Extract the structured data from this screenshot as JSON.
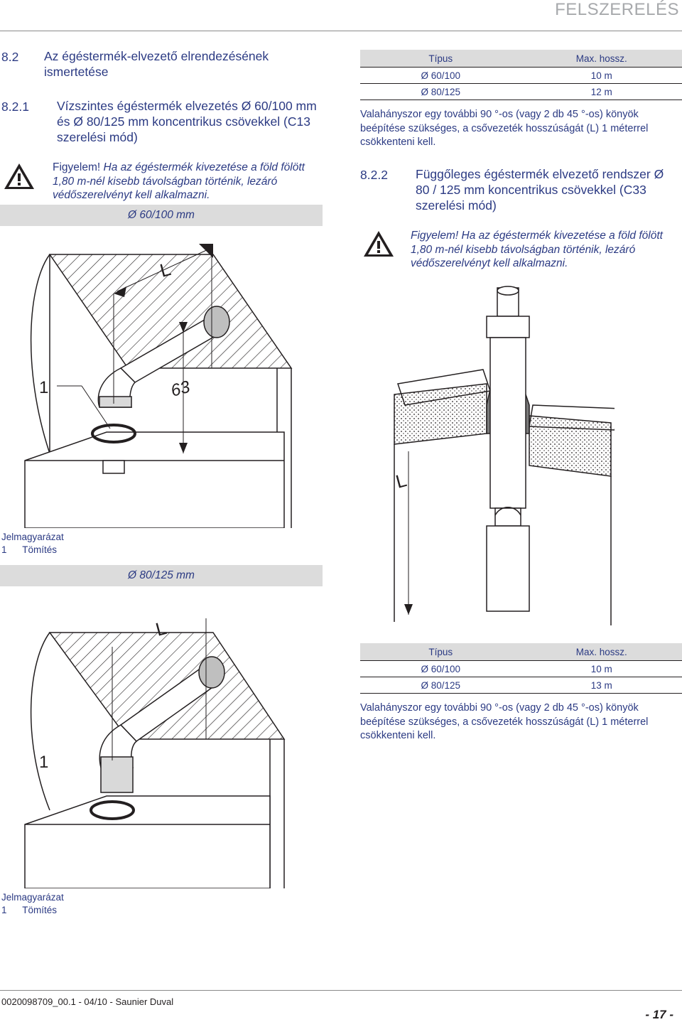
{
  "header": {
    "section_word": "FELSZERELÉS"
  },
  "section_8_2": {
    "number": "8.2",
    "title": "Az égéstermék-elvezető elrendezésének ismertetése"
  },
  "section_8_2_1": {
    "number": "8.2.1",
    "title": "Vízszintes égéstermék elvezetés Ø 60/100 mm és Ø 80/125 mm koncentrikus csövekkel (C13 szerelési mód)"
  },
  "warning_1": {
    "label": "Figyelem!",
    "text": " Ha az égéstermék kivezetése a föld fölött 1,80 m-nél kisebb távolságban történik, lezáró védőszerelvényt kell alkalmazni."
  },
  "figure_1": {
    "caption": "Ø 60/100 mm",
    "callout_1": "1",
    "dim_63": "63",
    "dim_L": "L"
  },
  "legend_1": {
    "title": "Jelmagyarázat",
    "items": [
      {
        "num": "1",
        "label": "Tömítés"
      }
    ]
  },
  "figure_2": {
    "caption": "Ø 80/125 mm",
    "callout_1": "1",
    "dim_L": "L"
  },
  "legend_2": {
    "title": "Jelmagyarázat",
    "items": [
      {
        "num": "1",
        "label": "Tömítés"
      }
    ]
  },
  "table_1": {
    "headers": [
      "Típus",
      "Max. hossz."
    ],
    "rows": [
      [
        "Ø 60/100",
        "10 m"
      ],
      [
        "Ø 80/125",
        "12 m"
      ]
    ]
  },
  "note_1": "Valahányszor egy további 90 °-os (vagy 2 db 45 °-os) könyök beépítése szükséges, a csővezeték hosszúságát (L) 1 méterrel csökkenteni kell.",
  "section_8_2_2": {
    "number": "8.2.2",
    "title": "Függőleges égéstermék elvezető rendszer Ø 80 / 125 mm koncentrikus csövekkel (C33 szerelési mód)"
  },
  "warning_2": {
    "label": "Figyelem!",
    "text": " Ha az égéstermék kivezetése a föld fölött 1,80 m-nél kisebb távolságban történik, lezáró védőszerelvényt kell alkalmazni."
  },
  "figure_3": {
    "dim_L": "L"
  },
  "table_2": {
    "headers": [
      "Típus",
      "Max. hossz."
    ],
    "rows": [
      [
        "Ø 60/100",
        "10 m"
      ],
      [
        "Ø 80/125",
        "13 m"
      ]
    ]
  },
  "note_2": "Valahányszor egy további 90 °-os (vagy 2 db 45 °-os) könyök beépítése szükséges, a csővezeték hosszúságát (L) 1 méterrel csökkenteni kell.",
  "footer": {
    "doc_code": "0020098709_00.1 - 04/10 - Saunier Duval",
    "page": "- 17 -"
  }
}
